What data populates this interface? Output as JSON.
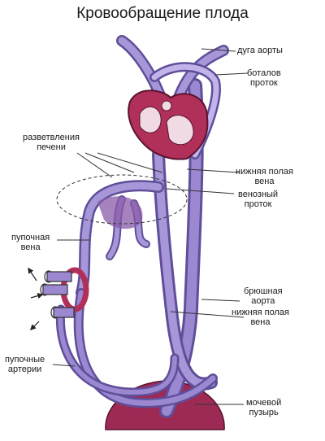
{
  "title": "Кровообращение плода",
  "labels": {
    "aortic_arch": [
      "дуга аорты"
    ],
    "ductus_botalli": [
      "боталов",
      "проток"
    ],
    "liver_branches": [
      "разветвления",
      "печени"
    ],
    "ivc_upper": [
      "нижняя полая",
      "вена"
    ],
    "ductus_venosus": [
      "венозный",
      "проток"
    ],
    "umbilical_vein": [
      "пупочная",
      "вена"
    ],
    "abdominal_aorta": [
      "брюшная",
      "аорта"
    ],
    "ivc_lower": [
      "нижняя полая",
      "вена"
    ],
    "umbilical_arteries": [
      "пупочные",
      "артерии"
    ],
    "bladder": [
      "мочевой",
      "пузырь"
    ]
  },
  "colors": {
    "vessel_purple": "#8f7bc6",
    "vessel_dark": "#5f4f9a",
    "heart_red": "#b0305a",
    "organ_red": "#9c2a55",
    "line": "#333333"
  }
}
